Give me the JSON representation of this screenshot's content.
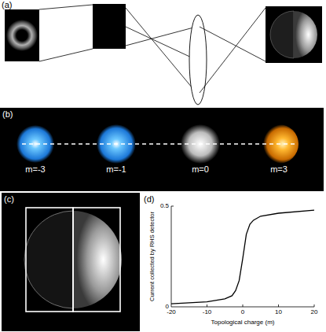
{
  "diagram": {
    "labels": [
      "(a)",
      "(b)",
      "m=-3",
      "m=-1",
      "m=0",
      "m=3",
      "(c)",
      "(d)",
      "Current collected by RHS detector",
      "0.5",
      "0",
      "-20",
      "-10",
      "0",
      "10",
      "20",
      "Topological charge (m)"
    ]
  }
}
